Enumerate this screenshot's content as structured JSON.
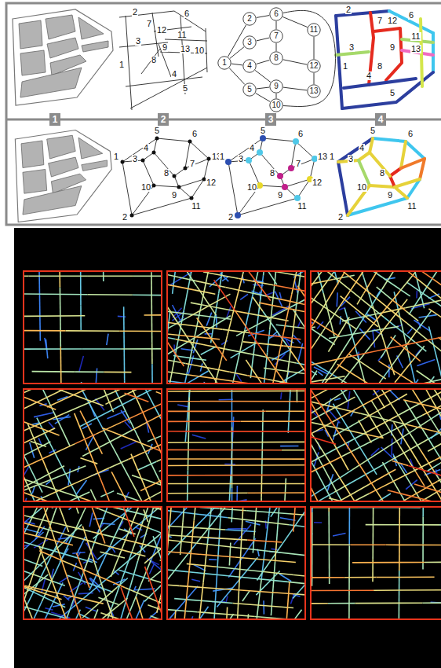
{
  "diagram": {
    "nodes": [
      {
        "text": [
          "1"
        ]
      },
      {
        "text": [
          "2"
        ]
      },
      {
        "text": [
          "3"
        ]
      },
      {
        "text": [
          "4"
        ]
      },
      {
        "text": [
          "5"
        ]
      },
      {
        "text": [
          "6"
        ]
      },
      {
        "text": [
          "7"
        ]
      },
      {
        "text": [
          "8"
        ]
      },
      {
        "text": [
          "9"
        ]
      },
      {
        "text": [
          "10"
        ]
      },
      {
        "text": [
          "11"
        ]
      },
      {
        "text": [
          "12"
        ]
      },
      {
        "text": [
          "13"
        ]
      },
      {
        "text": [
          "1"
        ]
      },
      {
        "text": [
          "2"
        ]
      },
      {
        "text": [
          "3"
        ]
      },
      {
        "text": [
          "4"
        ]
      }
    ],
    "edges": [
      {
        "from": 0,
        "to": 1,
        "arrow": "none"
      },
      {
        "from": 0,
        "to": 2,
        "arrow": "none"
      },
      {
        "from": 0,
        "to": 3,
        "arrow": "none"
      },
      {
        "from": 0,
        "to": 4,
        "arrow": "none"
      },
      {
        "from": 1,
        "to": 5,
        "arrow": "none"
      },
      {
        "from": 5,
        "to": 6,
        "arrow": "none"
      },
      {
        "from": 5,
        "to": 10,
        "arrow": "none"
      },
      {
        "from": 5,
        "to": 9,
        "arrow": "none"
      },
      {
        "from": 2,
        "to": 6,
        "arrow": "none"
      },
      {
        "from": 6,
        "to": 7,
        "arrow": "none"
      },
      {
        "from": 7,
        "to": 3,
        "arrow": "none"
      },
      {
        "from": 7,
        "to": 11,
        "arrow": "none"
      },
      {
        "from": 3,
        "to": 8,
        "arrow": "none"
      },
      {
        "from": 8,
        "to": 4,
        "arrow": "none"
      },
      {
        "from": 8,
        "to": 12,
        "arrow": "none"
      },
      {
        "from": 8,
        "to": 9,
        "arrow": "none"
      },
      {
        "from": 9,
        "to": 4,
        "arrow": "none"
      },
      {
        "from": 10,
        "to": 11,
        "arrow": "none"
      },
      {
        "from": 11,
        "to": 12,
        "arrow": "none"
      }
    ],
    "labels": [
      "2",
      "6",
      "7",
      "12",
      "3",
      "11",
      "9",
      "13",
      "8",
      "1",
      "10",
      "4",
      "5",
      "2",
      "6",
      "7",
      "12",
      "3",
      "11",
      "9",
      "13",
      "1",
      "8",
      "4",
      "5",
      "5",
      "6",
      "4",
      "3",
      "1",
      "13",
      "7",
      "8",
      "12",
      "10",
      "9",
      "2",
      "11",
      "5",
      "6",
      "4",
      "3",
      "1",
      "13",
      "7",
      "8",
      "12",
      "10",
      "9",
      "2",
      "11",
      "5",
      "4",
      "6",
      "3",
      "1",
      "8",
      "10",
      "9",
      "2",
      "11"
    ]
  }
}
